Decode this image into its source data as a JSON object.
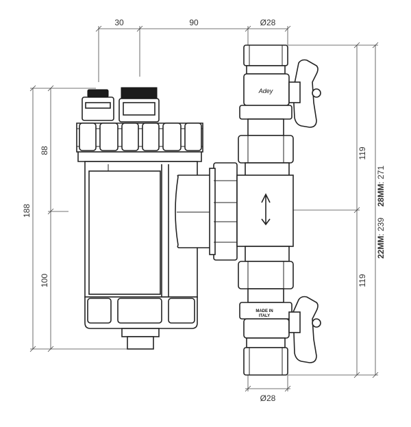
{
  "dimensions": {
    "top_left": "30",
    "top_middle": "90",
    "top_diameter": "Ø28",
    "bottom_diameter": "Ø28",
    "left_total": "188",
    "left_upper": "88",
    "left_lower": "100",
    "right_upper": "119",
    "right_lower": "119",
    "variant_28mm_label": "28MM",
    "variant_28mm_value": ": 271",
    "variant_22mm_label": "22MM",
    "variant_22mm_value": ": 239"
  },
  "markings": {
    "brand": "Adey",
    "stamp_line1": "MADE IN",
    "stamp_line2": "ITALY"
  },
  "colors": {
    "line": "#222222",
    "background": "#ffffff"
  }
}
